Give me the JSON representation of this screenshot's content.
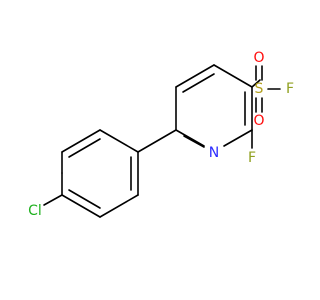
{
  "molecule": {
    "atoms": [
      {
        "id": "cl",
        "label": "Cl",
        "color": "#1fb11f"
      },
      {
        "id": "n",
        "label": "N",
        "color": "#2c2cff"
      },
      {
        "id": "f_ring",
        "label": "F",
        "color": "#90a020"
      },
      {
        "id": "s",
        "label": "S",
        "color": "#b2a01f"
      },
      {
        "id": "o_top",
        "label": "O",
        "color": "#ff0d0d"
      },
      {
        "id": "o_bottom",
        "label": "O",
        "color": "#ff0d0d"
      },
      {
        "id": "f_sulfonyl",
        "label": "F",
        "color": "#90a020"
      }
    ],
    "bond_color": "#000000"
  }
}
